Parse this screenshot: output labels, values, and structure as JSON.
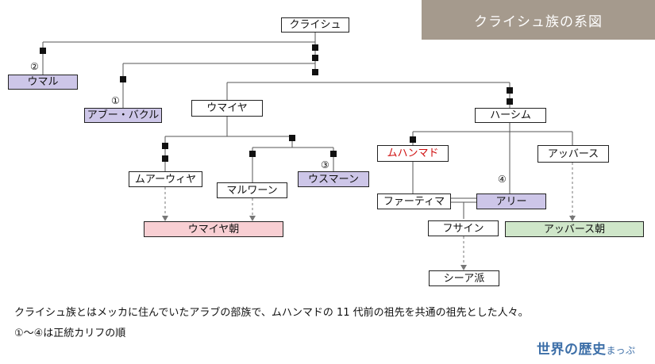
{
  "title": "クライシュ族の系図",
  "nodes": {
    "quraysh": "クライシュ",
    "umar": "ウマル",
    "abu_bakr": "アブー・バクル",
    "umayya": "ウマイヤ",
    "hashim": "ハーシム",
    "umayya_wiya": "ムアーウィヤ",
    "marwan": "マルワーン",
    "uthman": "ウスマーン",
    "muhammad": "ムハンマド",
    "abbas": "アッバース",
    "fatima": "ファーティマ",
    "ali": "アリー",
    "husayn": "フサイン",
    "umayyad": "ウマイヤ朝",
    "abbasid": "アッバース朝",
    "shia": "シーア派"
  },
  "markers": {
    "umar": "②",
    "abu_bakr": "①",
    "uthman": "③",
    "ali": "④"
  },
  "colors": {
    "caliph": "#cdc6e8",
    "muhammad_text": "#d01010",
    "umayyad_dynasty": "#f8cfd3",
    "abbasid_dynasty": "#cfe6c9",
    "title_banner": "#a59a8d",
    "logo": "#3d6fa8"
  },
  "notes": {
    "line1": "クライシュ族とはメッカに住んでいたアラブの部族で、ムハンマドの 11 代前の祖先を共通の祖先とした人々。",
    "line2": "①〜④は正統カリフの順"
  },
  "logo": {
    "main": "世界の歴史",
    "sub": "まっぷ"
  }
}
